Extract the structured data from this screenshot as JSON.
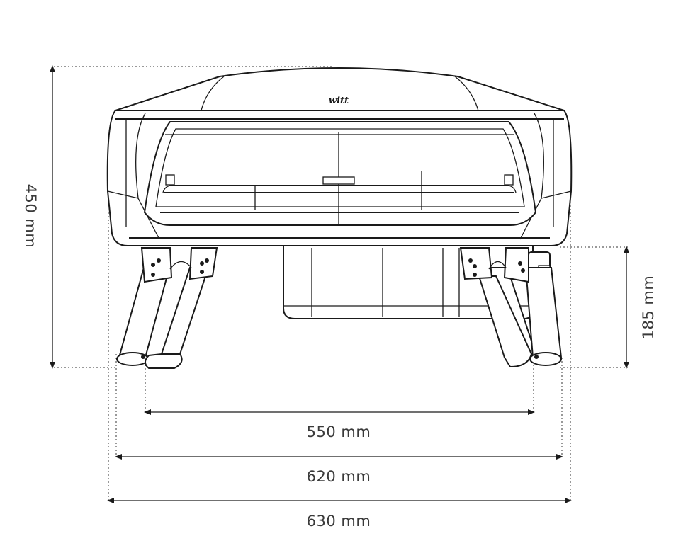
{
  "diagram": {
    "dimensions": {
      "height_total": "450 mm",
      "height_base": "185 mm",
      "width_legs": "550 mm",
      "width_feet": "620 mm",
      "width_total": "630 mm"
    },
    "logo_text": "witt",
    "line_color": "#1a1a1a",
    "text_color": "#3a3a3a"
  }
}
